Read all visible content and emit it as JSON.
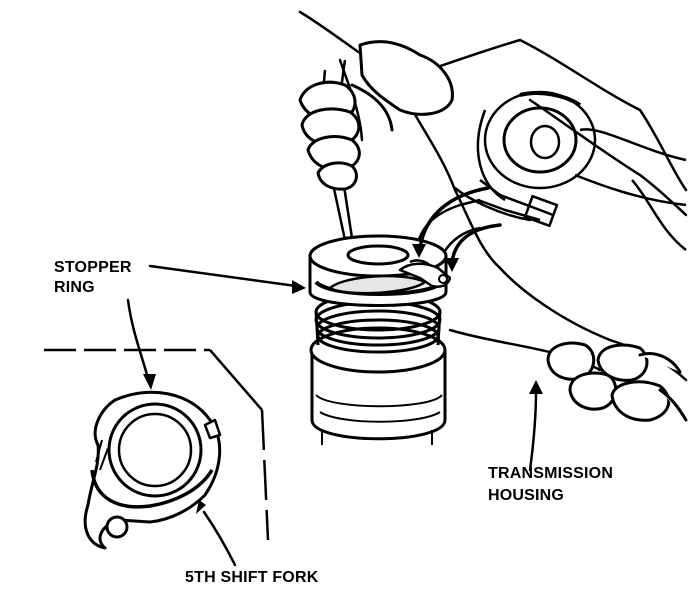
{
  "labels": {
    "stopper_line1": "STOPPER",
    "stopper_line2": "RING",
    "housing_line1": "TRANSMISSION",
    "housing_line2": "HOUSING",
    "fork": "5TH SHIFT FORK"
  },
  "colors": {
    "ink": "#000000",
    "paper": "#ffffff",
    "shade": "#e6e6e6"
  }
}
